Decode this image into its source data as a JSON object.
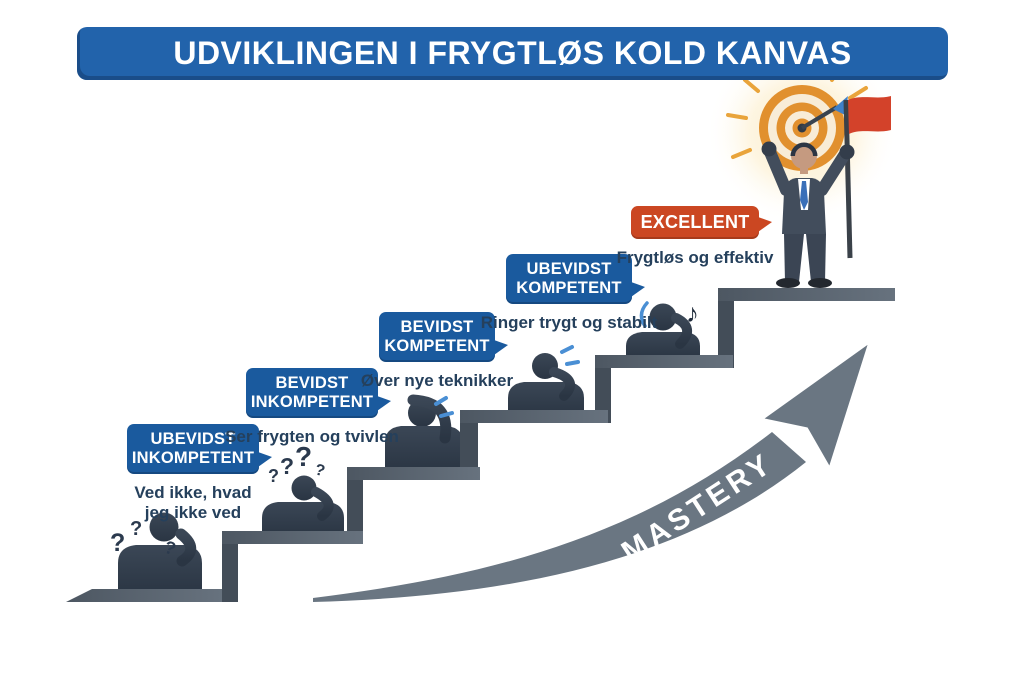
{
  "title": {
    "text": "UDVIKLINGEN I FRYGTLØS KOLD KANVAS"
  },
  "stages": [
    {
      "label": "UBEVIDST INKOMPETENT",
      "description": "Ved ikke, hvad jeg ikke ved"
    },
    {
      "label": "BEVIDST INKOMPETENT",
      "description": "Ser frygten og tvivlen"
    },
    {
      "label": "BEVIDST KOMPETENT",
      "description": "Øver nye teknikker"
    },
    {
      "label": "UBEVIDST KOMPETENT",
      "description": "Ringer trygt og stabilt"
    },
    {
      "label": "EXCELLENT",
      "description": "Frygtløs og effektiv"
    }
  ],
  "arrow": {
    "label": "MASTERY"
  },
  "icons": {
    "question_mark": "?",
    "music_note": "♪"
  },
  "palette": {
    "banner_blue": "#2263ab",
    "bubble_blue": "#1a5a9e",
    "excellent_red": "#cb4722",
    "subtitle_navy": "#25405c",
    "step_gray": "#57626e",
    "riser_gray": "#434d58",
    "silhouette": "#323e4d",
    "arrow_gray": "#6a7682",
    "target_orange": "#e1902e",
    "flag_red": "#d3422a",
    "sweat_blue": "#4a8fd4"
  }
}
